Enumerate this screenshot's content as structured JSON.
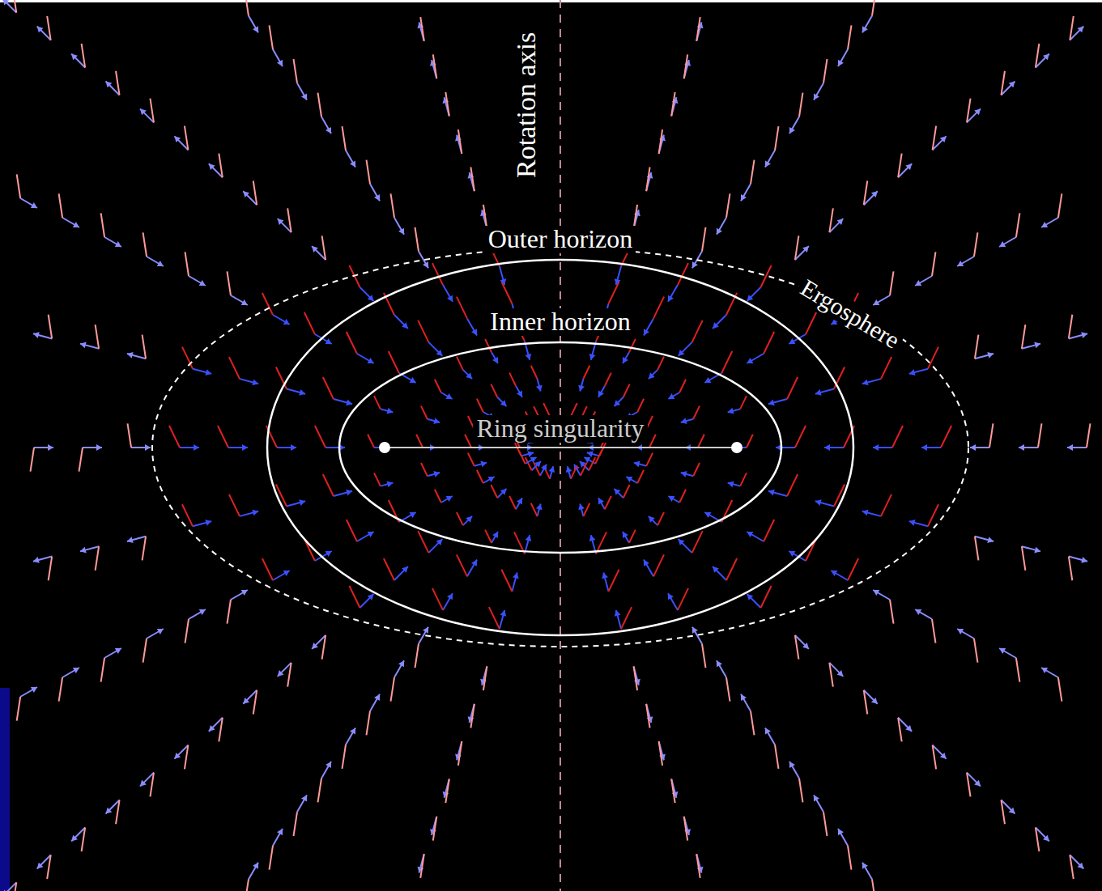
{
  "diagram": {
    "labels": [
      "Rotation axis",
      "Outer horizon",
      "Inner horizon",
      "Ring singularity",
      "Ergosphere"
    ]
  }
}
